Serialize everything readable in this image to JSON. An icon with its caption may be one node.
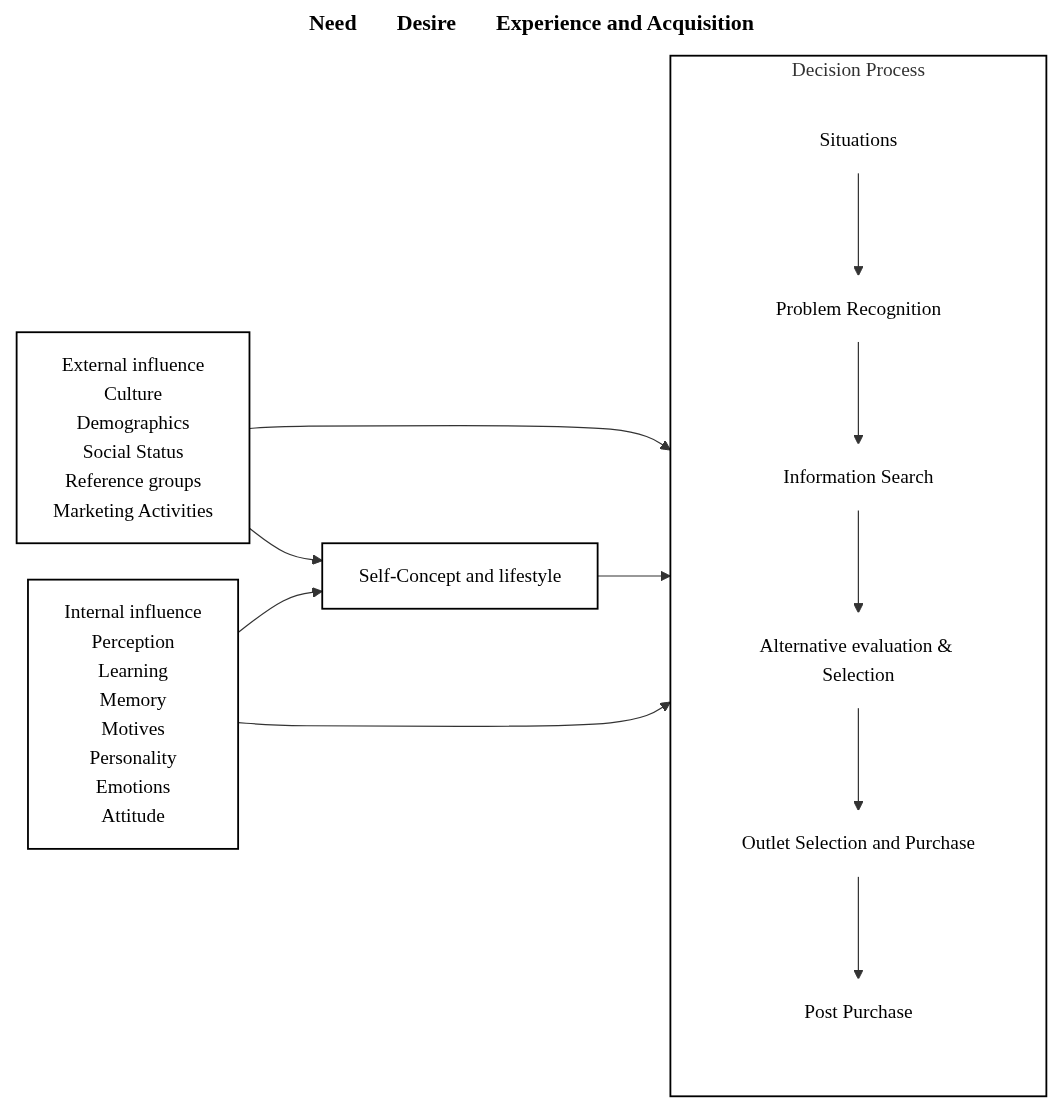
{
  "diagram": {
    "nodes": [
      {
        "text": [
          "External influence",
          "Culture",
          "Demographics",
          "Social Status",
          "Reference groups",
          "Marketing Activities"
        ]
      },
      {
        "text": [
          "Internal influence",
          "Perception",
          "Learning",
          "Memory",
          "Motives",
          "Personality",
          "Emotions",
          "Attitude"
        ]
      },
      {
        "text": [
          "Self-Concept and lifestyle"
        ]
      },
      {
        "text": [
          "Decision Process"
        ]
      },
      {
        "text": [
          "Situations"
        ],
        "in": 3
      },
      {
        "text": [
          "Problem Recognition"
        ],
        "in": 3
      },
      {
        "text": [
          "Information Search"
        ],
        "in": 3
      },
      {
        "text": [
          "Alternative evaluation & Selection"
        ],
        "in": 3
      },
      {
        "text": [
          "Outlet Selection and Purchase"
        ],
        "in": 3
      },
      {
        "text": [
          "Post Purchase"
        ],
        "in": 3
      }
    ],
    "edges": [
      {
        "from": 0,
        "to": 3,
        "arrow": "to"
      },
      {
        "from": 0,
        "to": 2,
        "arrow": "to"
      },
      {
        "from": 1,
        "to": 2,
        "arrow": "to"
      },
      {
        "from": 2,
        "to": 3,
        "arrow": "to"
      },
      {
        "from": 1,
        "to": 3,
        "arrow": "to"
      },
      {
        "from": 4,
        "to": 5,
        "arrow": "to"
      },
      {
        "from": 5,
        "to": 6,
        "arrow": "to"
      },
      {
        "from": 6,
        "to": 7,
        "arrow": "to"
      },
      {
        "from": 7,
        "to": 8,
        "arrow": "to"
      },
      {
        "from": 8,
        "to": 9,
        "arrow": "to"
      }
    ],
    "labels": [
      "Need",
      "Desire",
      "Experience and Acquisition"
    ]
  }
}
